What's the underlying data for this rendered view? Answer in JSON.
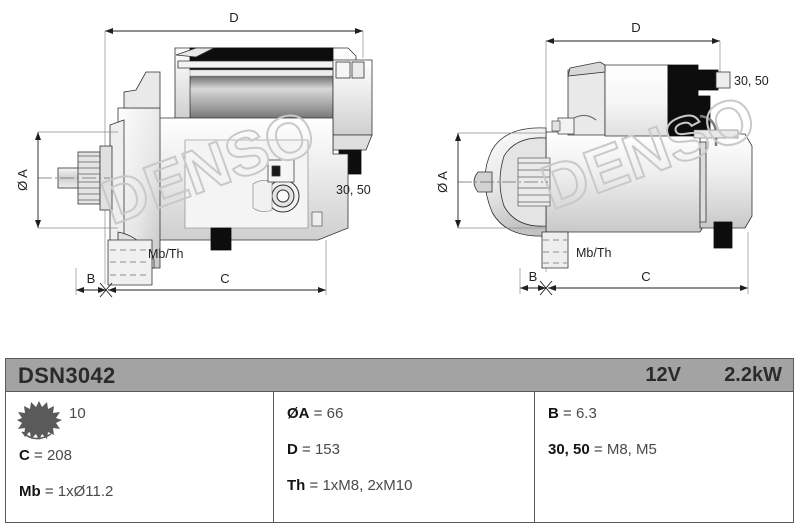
{
  "product": {
    "model_code": "DSN3042",
    "voltage": "12V",
    "power": "2.2kW"
  },
  "spec_table": {
    "columns": [
      {
        "rows": [
          {
            "icon": "gear-teeth-icon",
            "label": "",
            "value": "10"
          },
          {
            "label": "C",
            "separator": " = ",
            "value": "208"
          },
          {
            "label": "Mb",
            "separator": " = ",
            "value": "1xØ11.2"
          }
        ]
      },
      {
        "rows": [
          {
            "label": "ØA",
            "separator": " = ",
            "value": "66"
          },
          {
            "label": "D",
            "separator": " = ",
            "value": "153"
          },
          {
            "label": "Th",
            "separator": " = ",
            "value": "1xM8, 2xM10"
          }
        ]
      },
      {
        "rows": [
          {
            "label": "B",
            "separator": " = ",
            "value": "6.3"
          },
          {
            "label": "30, 50",
            "separator": " = ",
            "value": "M8, M5"
          }
        ]
      }
    ]
  },
  "drawings": {
    "left": {
      "view_name": "side-view",
      "watermark": "DENSO",
      "dimensions": {
        "d": "D",
        "c": "C",
        "b": "B",
        "diameter_a": "Ø A"
      },
      "callouts": {
        "terminals": "30, 50",
        "mounting": "Mb/Th"
      }
    },
    "right": {
      "view_name": "top-view",
      "watermark": "DENSO",
      "dimensions": {
        "d": "D",
        "c": "C",
        "b": "B",
        "diameter_a": "Ø A"
      },
      "callouts": {
        "terminals": "30, 50",
        "mounting": "Mb/Th"
      }
    }
  },
  "colors": {
    "header_gray": "#a3a3a3",
    "border": "#5a5a5a",
    "watermark": "#c9c9c9",
    "body_light": "#f2f2f2",
    "body_mid": "#d6d6d6",
    "body_dark": "#111111"
  }
}
